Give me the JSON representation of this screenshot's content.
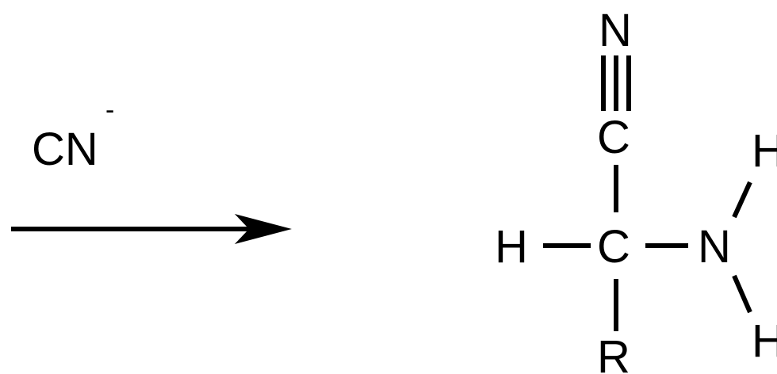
{
  "reagent": {
    "formula": "CN",
    "charge": "-"
  },
  "product": {
    "atoms": {
      "nitrile_n": "N",
      "nitrile_c": "C",
      "alpha_c": "C",
      "h_left": "H",
      "amine_n": "N",
      "r_group": "R",
      "h_amine_top": "H",
      "h_amine_bottom": "H"
    }
  },
  "colors": {
    "ink": "#000000",
    "background": "#ffffff"
  }
}
